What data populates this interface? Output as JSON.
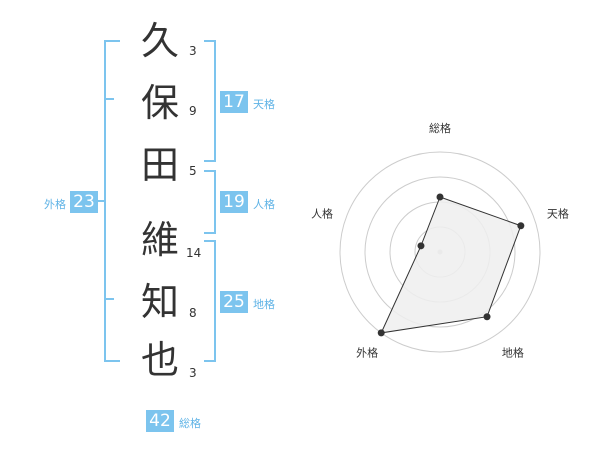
{
  "name": {
    "chars": [
      "久",
      "保",
      "田",
      "維",
      "知",
      "也"
    ],
    "strokes": [
      "3",
      "9",
      "5",
      "14",
      "8",
      "3"
    ]
  },
  "kaku": {
    "tenkaku": {
      "value": "17",
      "label": "天格"
    },
    "jinkaku": {
      "value": "19",
      "label": "人格"
    },
    "chikaku": {
      "value": "25",
      "label": "地格"
    },
    "gaikaku": {
      "value": "23",
      "label": "外格"
    },
    "soukaku": {
      "value": "42",
      "label": "総格"
    }
  },
  "chart_data": {
    "type": "radar",
    "axes": [
      "総格",
      "天格",
      "地格",
      "外格",
      "人格"
    ],
    "rings": 4,
    "values": [
      0.55,
      0.85,
      0.8,
      1.0,
      0.2
    ],
    "colors": {
      "fill": "#eeeeee",
      "line": "#333333",
      "grid": "#cccccc"
    }
  }
}
